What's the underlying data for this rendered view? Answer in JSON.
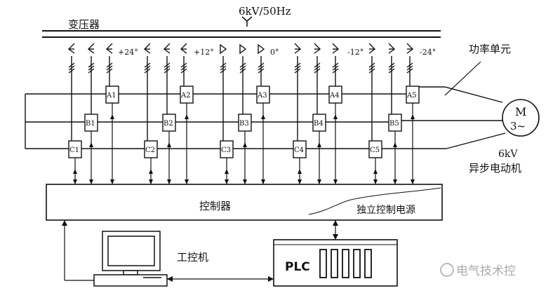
{
  "supply": {
    "label": "6kV/50Hz",
    "transformer_label": "变压器"
  },
  "phase_shifts": [
    "+24°",
    "+12°",
    "0°",
    "-12°",
    "-24°"
  ],
  "power_unit_label": "功率单元",
  "cells": {
    "A": [
      "A1",
      "A2",
      "A3",
      "A4",
      "A5"
    ],
    "B": [
      "B1",
      "B2",
      "B3",
      "B4",
      "B5"
    ],
    "C": [
      "C1",
      "C2",
      "C3",
      "C4",
      "C5"
    ]
  },
  "motor": {
    "symbol_top": "M",
    "symbol_bottom": "3~",
    "voltage": "6kV",
    "type": "异步电动机"
  },
  "controller": {
    "label": "控制器",
    "power_supply_label": "独立控制电源"
  },
  "ipc_label": "工控机",
  "plc_label": "PLC",
  "watermark": "电气技术控"
}
